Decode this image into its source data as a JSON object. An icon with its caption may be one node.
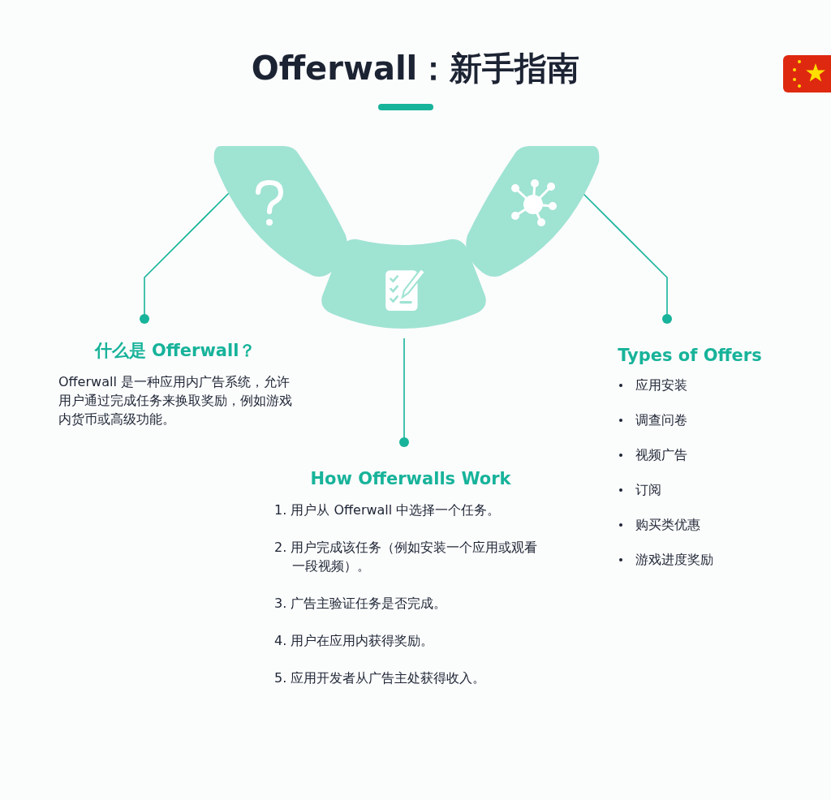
{
  "diagram": {
    "title": "Offerwall：新手指南",
    "nodes": [
      {
        "text": [],
        "shape": "band"
      },
      {
        "text": [],
        "shape": "band"
      },
      {
        "text": [],
        "shape": "band"
      },
      {
        "text": [
          "什么是 Offerwall？",
          "Offerwall 是一种应用内广告系统，允许用户通过完成任务来换取奖励，例如游戏内货币或高级功能。"
        ]
      },
      {
        "text": [
          "How Offerwalls Work",
          "1. 用户从 Offerwall 中选择一个任务。",
          "2. 用户完成该任务（例如安装一个应用或观看一段视频）。",
          "3. 广告主验证任务是否完成。",
          "4. 用户在应用内获得奖励。",
          "5. 应用开发者从广告主处获得收入。"
        ]
      },
      {
        "text": [
          "Types of Offers",
          "应用安装",
          "调查问卷",
          "视频广告",
          "订阅",
          "购买类优惠",
          "游戏进度奖励"
        ]
      }
    ],
    "edges": [
      {
        "from": 0,
        "to": 3,
        "arrow": "other"
      },
      {
        "from": 1,
        "to": 4,
        "arrow": "other"
      },
      {
        "from": 2,
        "to": 5,
        "arrow": "other"
      }
    ]
  }
}
